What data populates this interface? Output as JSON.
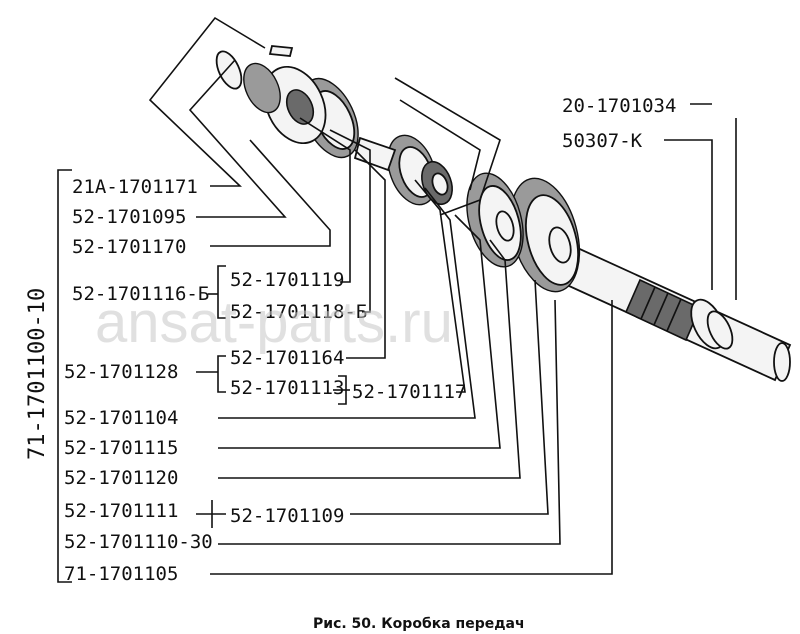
{
  "caption": "Рис. 50. Коробка передач",
  "watermark": "ansat-parts.ru",
  "assembly_label": "71-1701100-10",
  "labels": {
    "l01": "21А-1701171",
    "l02": "52-1701095",
    "l03": "52-1701170",
    "l04": "52-1701116-Б",
    "l05": "52-1701119",
    "l06": "52-1701118-Б",
    "l07": "52-1701164",
    "l08": "52-1701128",
    "l09": "52-1701113",
    "l10": "52-1701117",
    "l11": "52-1701104",
    "l12": "52-1701115",
    "l13": "52-1701120",
    "l14": "52-1701111",
    "l15": "52-1701109",
    "l16": "52-1701110-30",
    "l17": "71-1701105",
    "l18": "20-1701034",
    "l19": "50307-К"
  }
}
